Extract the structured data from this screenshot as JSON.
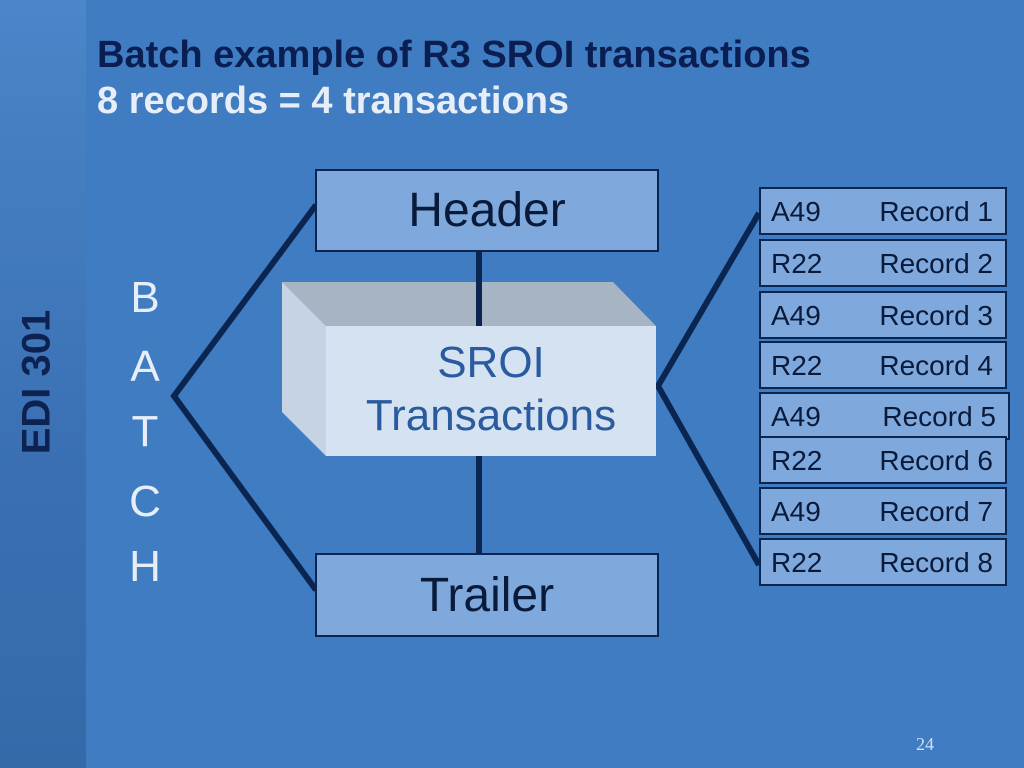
{
  "sidebar": {
    "label": "EDI 301"
  },
  "title": "Batch example of R3 SROI transactions",
  "subtitle": "8 records = 4 transactions",
  "batch_letters": [
    "B",
    "A",
    "T",
    "C",
    "H"
  ],
  "diagram": {
    "header": "Header",
    "center_line1": "SROI",
    "center_line2": "Transactions",
    "trailer": "Trailer"
  },
  "records": [
    {
      "code": "A49",
      "label": "Record 1"
    },
    {
      "code": "R22",
      "label": "Record 2"
    },
    {
      "code": "A49",
      "label": "Record 3"
    },
    {
      "code": "R22",
      "label": "Record 4"
    },
    {
      "code": "A49",
      "label": "Record 5"
    },
    {
      "code": "R22",
      "label": "Record 6"
    },
    {
      "code": "A49",
      "label": "Record 7"
    },
    {
      "code": "R22",
      "label": "Record 8"
    }
  ],
  "page_number": "24",
  "colors": {
    "background": "#3f7cc2",
    "box_fill": "#7fa9dc",
    "line": "#0a2550"
  }
}
